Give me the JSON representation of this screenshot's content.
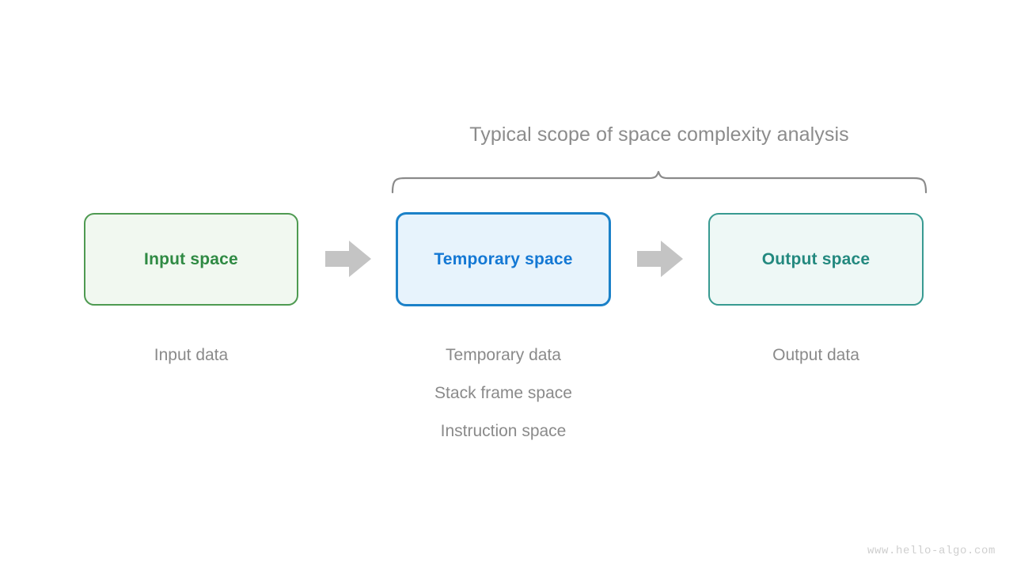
{
  "diagram": {
    "scope_label": "Typical scope of space complexity analysis",
    "watermark": "www.hello-algo.com",
    "colors": {
      "brace": "#8a8a8a",
      "arrow": "#c4c4c4",
      "caption_text": "#8a8a8a",
      "title_text": "#8c8c8c",
      "watermark_text": "#cfcfcf",
      "input_border": "#4e9a51",
      "input_fill": "#f1f8f0",
      "input_text": "#2f8a43",
      "temporary_border": "#1b81c8",
      "temporary_fill": "#e7f3fc",
      "temporary_text": "#1478d4",
      "output_border": "#389a91",
      "output_fill": "#eef8f6",
      "output_text": "#23897f"
    },
    "stages": [
      {
        "id": "input",
        "box_label": "Input space",
        "captions": [
          "Input data"
        ]
      },
      {
        "id": "temporary",
        "box_label": "Temporary space",
        "captions": [
          "Temporary data",
          "Stack frame space",
          "Instruction space"
        ]
      },
      {
        "id": "output",
        "box_label": "Output space",
        "captions": [
          "Output data"
        ]
      }
    ],
    "connectors": [
      {
        "id": "arrow-input-to-temporary",
        "icon": "arrow-right-icon"
      },
      {
        "id": "arrow-temporary-to-output",
        "icon": "arrow-right-icon"
      }
    ]
  }
}
